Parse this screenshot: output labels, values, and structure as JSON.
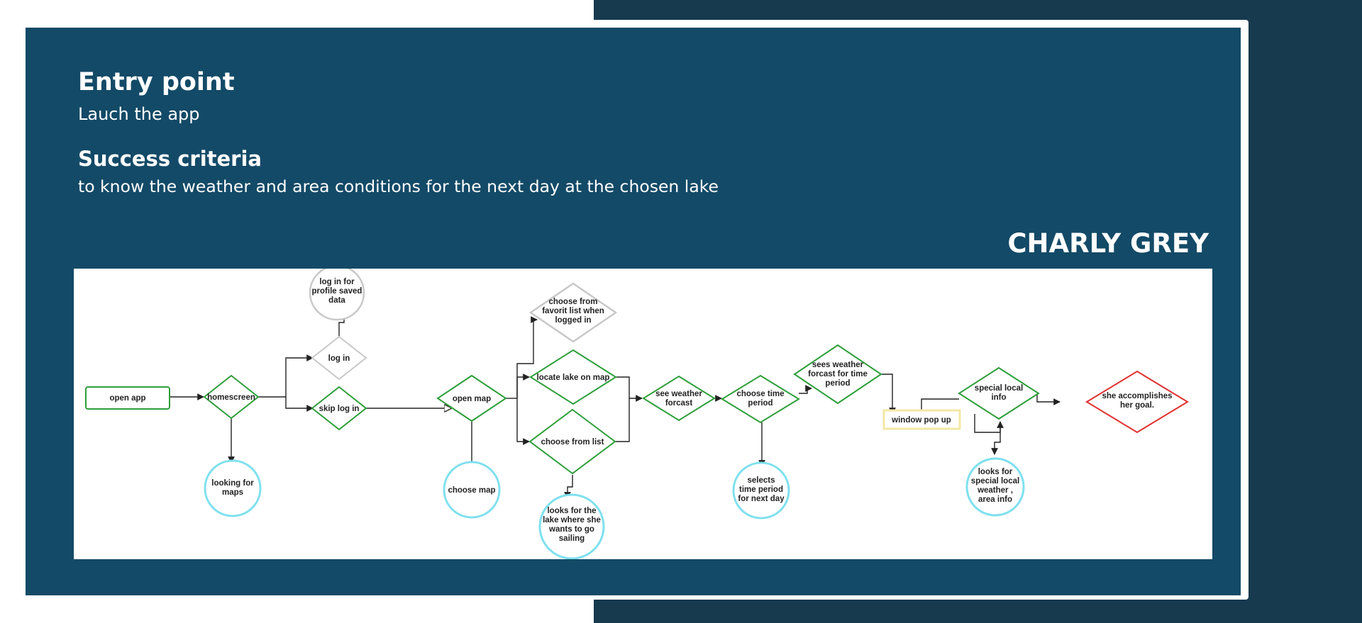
{
  "entry": {
    "title": "Entry point",
    "text": "Lauch the app"
  },
  "success": {
    "title": "Success criteria",
    "text": "to know the weather and area conditions for the next day at the chosen lake"
  },
  "persona": {
    "name": "CHARLY GREY"
  },
  "colors": {
    "panel": "#134a67",
    "background_dark": "#173a4f",
    "decision_stroke": "#2e9e3a",
    "start_stroke": "#2e9e3a",
    "alt_stroke": "#c8c8c8",
    "user_circle_stroke": "#7fe0ee",
    "goal_stroke": "#e03030",
    "popup_stroke": "#f3e7a6"
  },
  "flow": {
    "nodes": {
      "open_app": [
        "open app"
      ],
      "homescreen": [
        "homescreen"
      ],
      "looking_for_maps": [
        "looking for",
        "maps"
      ],
      "log_in": [
        "log in"
      ],
      "log_in_profile": [
        "log in for",
        "profile saved",
        "data"
      ],
      "skip_log_in": [
        "skip log in"
      ],
      "open_map": [
        "open map"
      ],
      "choose_map": [
        "choose map"
      ],
      "choose_from_favorit": [
        "choose from",
        "favorit list when",
        "logged in"
      ],
      "locate_lake": [
        "locate lake on map"
      ],
      "choose_from_list": [
        "choose from list"
      ],
      "looks_for_lake": [
        "looks for the",
        "lake where she",
        "wants to go",
        "sailing"
      ],
      "see_weather_forcast": [
        "see weather",
        "forcast"
      ],
      "choose_time_period": [
        "choose time",
        "period"
      ],
      "selects_time_period": [
        "selects",
        "time period",
        "for next day"
      ],
      "sees_weather_forcast": [
        "sees weather",
        "forcast for time",
        "period"
      ],
      "window_pop_up": [
        "window pop up"
      ],
      "special_local_info": [
        "special local",
        "info"
      ],
      "looks_for_special": [
        "looks for",
        "special local",
        "weather ,",
        "area info"
      ],
      "accomplishes_goal": [
        "she accomplishes",
        "her goal."
      ]
    }
  }
}
